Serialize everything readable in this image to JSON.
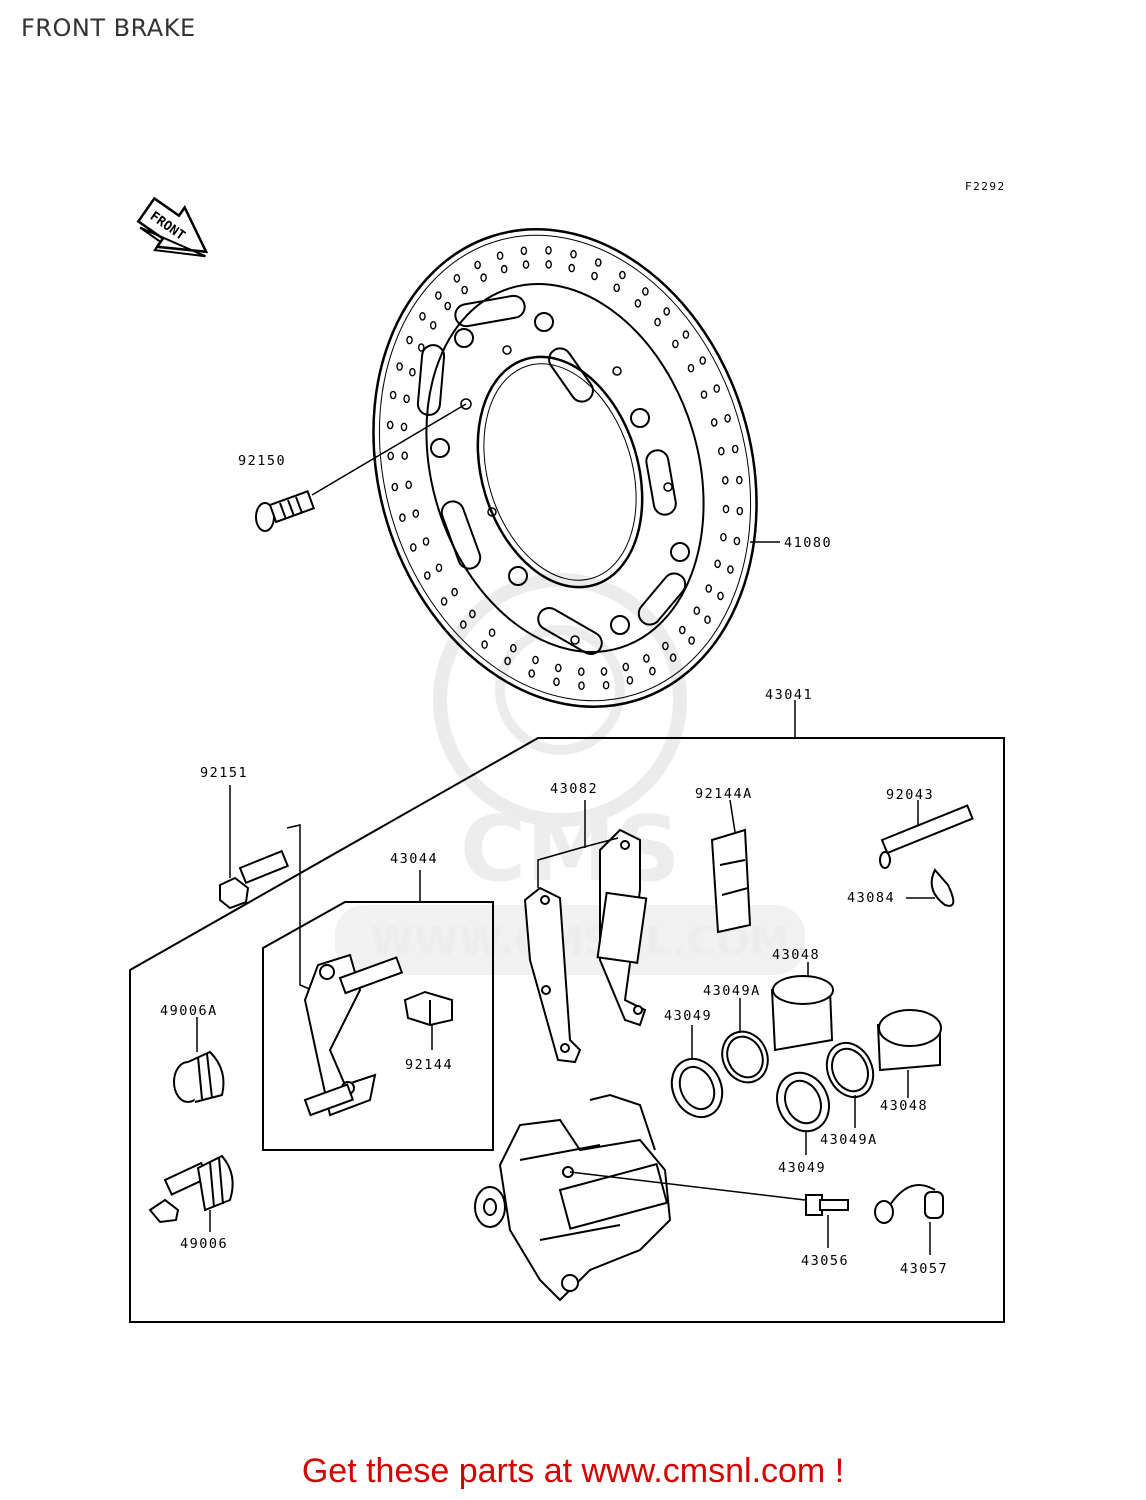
{
  "title": "FRONT BRAKE",
  "figure_code": "F2292",
  "front_arrow_label": "FRONT",
  "watermark": {
    "logo_text": "CMS",
    "url": "WWW.CMSNL.COM"
  },
  "footer": "Get these parts at www.cmsnl.com !",
  "parts": [
    {
      "id": "p-92150",
      "number": "92150"
    },
    {
      "id": "p-41080",
      "number": "41080"
    },
    {
      "id": "p-43041",
      "number": "43041"
    },
    {
      "id": "p-92151",
      "number": "92151"
    },
    {
      "id": "p-43082",
      "number": "43082"
    },
    {
      "id": "p-92144A",
      "number": "92144A"
    },
    {
      "id": "p-92043",
      "number": "92043"
    },
    {
      "id": "p-43044",
      "number": "43044"
    },
    {
      "id": "p-43084",
      "number": "43084"
    },
    {
      "id": "p-43048a",
      "number": "43048"
    },
    {
      "id": "p-49006A",
      "number": "49006A"
    },
    {
      "id": "p-43049Aa",
      "number": "43049A"
    },
    {
      "id": "p-43049a",
      "number": "43049"
    },
    {
      "id": "p-92144",
      "number": "92144"
    },
    {
      "id": "p-43048b",
      "number": "43048"
    },
    {
      "id": "p-43049Ab",
      "number": "43049A"
    },
    {
      "id": "p-43049b",
      "number": "43049"
    },
    {
      "id": "p-49006",
      "number": "49006"
    },
    {
      "id": "p-43056",
      "number": "43056"
    },
    {
      "id": "p-43057",
      "number": "43057"
    }
  ]
}
